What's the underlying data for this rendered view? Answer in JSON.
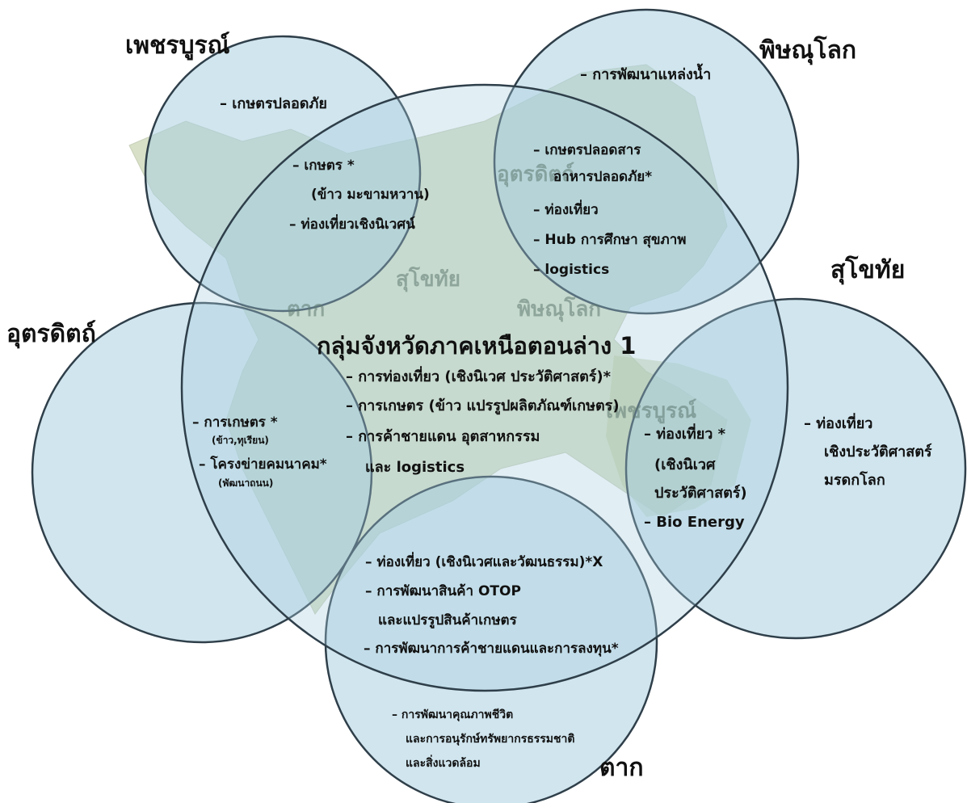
{
  "background_labels": [
    "อุตรดิตถ์",
    "สุโขทัย",
    "พิษณุโลก",
    "ตาก",
    "เพชรบูรณ์"
  ],
  "provinces": {
    "phetchabun": {
      "name": "เพชรบูรณ์",
      "items": [
        "– เกษตรปลอดภัย"
      ]
    },
    "phitsanulok": {
      "name": "พิษณุโลก",
      "items": [
        "– การพัฒนาแหล่งน้ำ"
      ]
    },
    "sukhothai": {
      "name": "สุโขทัย",
      "items": [
        "– ท่องเที่ยว",
        "เชิงประวัติศาสตร์",
        "มรดกโลก"
      ]
    },
    "uttaradit": {
      "name": "อุตรดิตถ์",
      "items": [
        "– การเกษตร *",
        "(ข้าว,ทุเรียน)",
        "– โครงข่ายคมนาคม*",
        "(พัฒนาถนน)"
      ]
    },
    "tak": {
      "name": "ตาก",
      "items": [
        "– การพัฒนาคุณภาพชีวิต",
        "และการอนุรักษ์ทรัพยากรธรรมชาติ",
        "และสิ่งแวดล้อม"
      ]
    }
  },
  "overlaps": {
    "phetchabun_center": [
      "– เกษตร *",
      "(ข้าว มะขามหวาน)",
      "– ท่องเที่ยวเชิงนิเวศน์"
    ],
    "phitsanulok_center": [
      "– เกษตรปลอดสาร",
      "อาหารปลอดภัย*",
      "– ท่องเที่ยว",
      "– Hub การศึกษา สุขภาพ",
      "– logistics"
    ],
    "sukhothai_center": [
      "– ท่องเที่ยว *",
      "(เชิงนิเวศ",
      "ประวัติศาสตร์)",
      "– Bio Energy"
    ],
    "tak_center": [
      "– ท่องเที่ยว (เชิงนิเวศและวัฒนธรรม)*X",
      "– การพัฒนาสินค้า OTOP",
      "และแปรรูปสินค้าเกษตร",
      "– การพัฒนาการค้าชายแดนและการลงทุน*"
    ]
  },
  "center": {
    "title": "กลุ่มจังหวัดภาคเหนือตอนล่าง 1",
    "items": [
      "– การท่องเที่ยว (เชิงนิเวศ ประวัติศาสตร์)*",
      "– การเกษตร (ข้าว แปรรูปผลิตภัณฑ์เกษตร)",
      "– การค้าชายแดน อุตสาหกรรม",
      "และ logistics"
    ]
  },
  "colors": {
    "circle_fill": "#a9cfe0",
    "circle_stroke": "#2f3f4a",
    "map_fill": "#b9c99a",
    "text": "#111111"
  }
}
